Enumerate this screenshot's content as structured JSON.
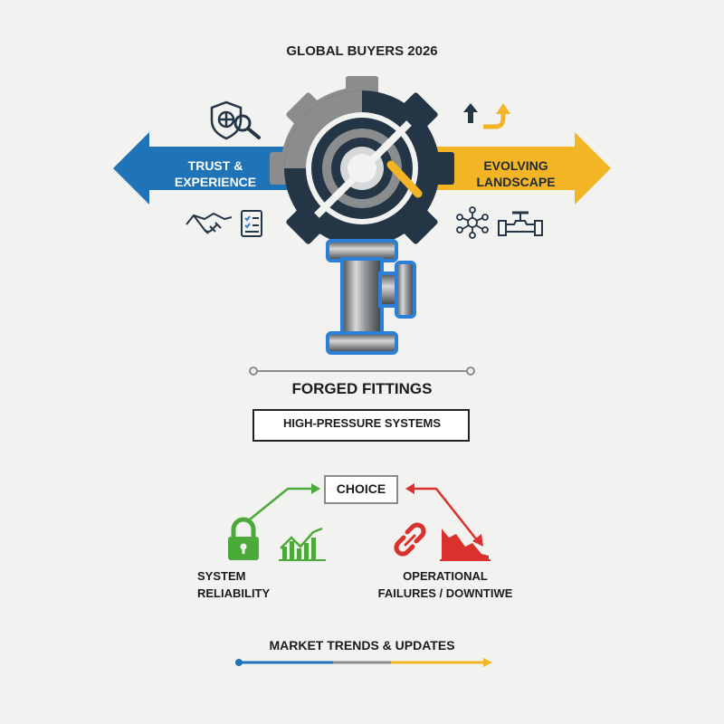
{
  "header": {
    "title": "GLOBAL BUYERS 2026"
  },
  "left_arrow": {
    "line1": "TRUST &",
    "line2": "EXPERIENCE",
    "color": "#1f73b7",
    "icons": [
      "shield-globe-search-icon",
      "handshake-icon",
      "checklist-icon"
    ]
  },
  "right_arrow": {
    "line1": "EVOLVING",
    "line2": "LANDSCAPE",
    "color": "#f3b426",
    "icons": [
      "up-arrows-icon",
      "network-nodes-icon",
      "valve-pipe-icon"
    ]
  },
  "center": {
    "gear_color": "#243646",
    "gear_secondary": "#8a8c8e",
    "fitting_outline": "#2b7fd4"
  },
  "product": {
    "name": "FORGED FITTINGS",
    "application": "HIGH-PRESSURE SYSTEMS"
  },
  "decision": {
    "label": "CHOICE"
  },
  "outcomes": {
    "positive": {
      "line1": "SYSTEM",
      "line2": "RELIABILITY",
      "color": "#4caa3a"
    },
    "negative": {
      "line1": "OPERATIONAL",
      "line2": "FAILURES / DOWNTIWE",
      "color": "#d9312b"
    }
  },
  "footer": {
    "label": "MARKET TRENDS & UPDATES",
    "bar_colors": [
      "#1f73b7",
      "#8a8c8e",
      "#f3b426"
    ]
  }
}
